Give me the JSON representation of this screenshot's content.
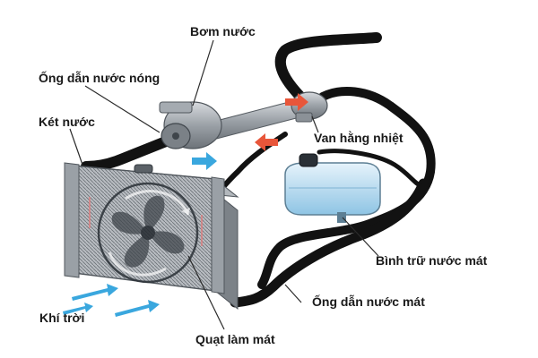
{
  "labels": {
    "water_pump": "Bơm nước",
    "hot_water_pipe": "Ống dẫn nước nóng",
    "radiator": "Két nước",
    "thermostat": "Van hằng nhiệt",
    "coolant_reservoir": "Bình trữ nước mát",
    "cool_water_pipe": "Ống dẫn nước mát",
    "outside_air": "Khí trời",
    "cooling_fan": "Quạt làm mát"
  },
  "colors": {
    "hose": "#121212",
    "metal": "#9aa0a6",
    "radiator_frame": "#8d9298",
    "fin": "#5f656b",
    "reservoir": "#a9d3ec",
    "hot_arrow": "#e8563a",
    "cold_arrow": "#3aa7de",
    "leader_line": "#2a2a2a"
  }
}
